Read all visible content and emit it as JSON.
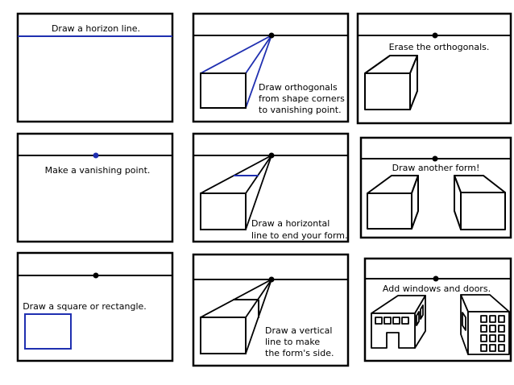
{
  "panels": [
    {
      "caption": [
        "Draw a horizon line."
      ]
    },
    {
      "caption": [
        "Make a vanishing point."
      ]
    },
    {
      "caption": [
        "Draw a square or rectangle."
      ]
    },
    {
      "caption": [
        "Draw orthogonals",
        "from shape corners",
        "to vanishing point."
      ]
    },
    {
      "caption": [
        "Draw a horizontal",
        "line to end your form."
      ]
    },
    {
      "caption": [
        "Draw a vertical",
        "line to make",
        "the form's side."
      ]
    },
    {
      "caption": [
        "Erase the orthogonals."
      ]
    },
    {
      "caption": [
        "Draw another form!"
      ]
    },
    {
      "caption": [
        "Add windows and doors."
      ]
    }
  ],
  "colors": {
    "ink": "#000000",
    "highlight": "#1f2fb0",
    "paper": "#ffffff"
  }
}
